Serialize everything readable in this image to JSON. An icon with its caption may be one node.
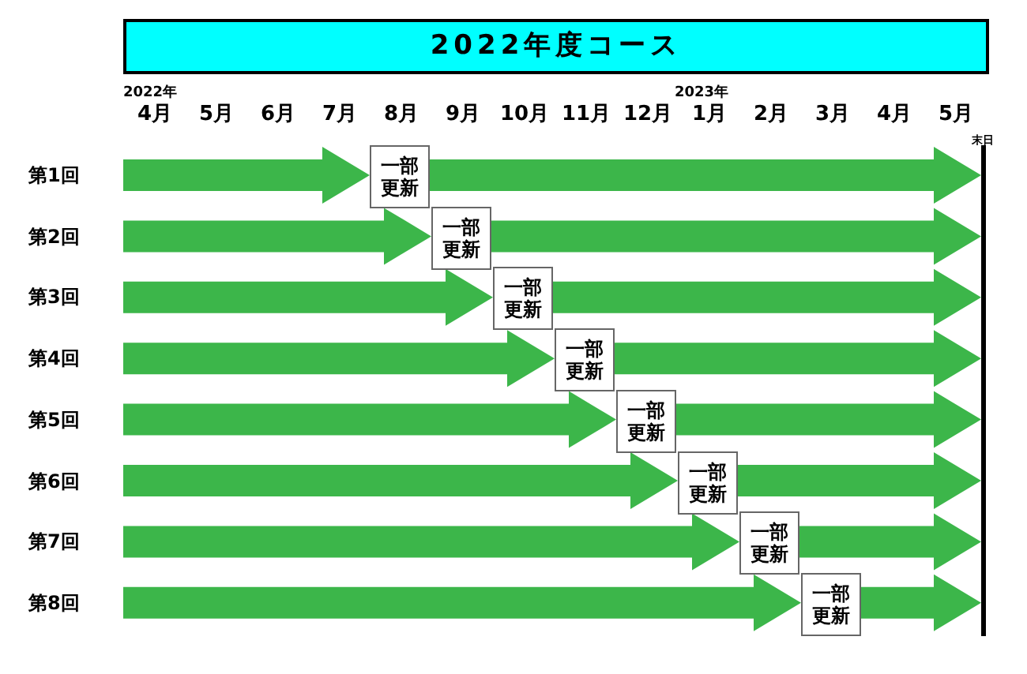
{
  "diagram": {
    "title": "2022年度コース",
    "nodes": [
      {
        "text": [
          "一部更新"
        ]
      },
      {
        "text": [
          "一部更新"
        ]
      },
      {
        "text": [
          "一部更新"
        ]
      },
      {
        "text": [
          "一部更新"
        ]
      },
      {
        "text": [
          "一部更新"
        ]
      },
      {
        "text": [
          "一部更新"
        ]
      },
      {
        "text": [
          "一部更新"
        ]
      },
      {
        "text": [
          "一部更新"
        ]
      },
      {
        "text": [],
        "shape": "bar",
        "beside": [
          "末日"
        ]
      }
    ],
    "edges": [
      {
        "from": null,
        "to": 0,
        "arrow": "to"
      },
      {
        "from": 0,
        "to": 8,
        "arrow": "to"
      },
      {
        "from": null,
        "to": 1,
        "arrow": "to"
      },
      {
        "from": 1,
        "to": 8,
        "arrow": "to"
      },
      {
        "from": null,
        "to": 2,
        "arrow": "to"
      },
      {
        "from": 2,
        "to": 8,
        "arrow": "to"
      },
      {
        "from": null,
        "to": 3,
        "arrow": "to"
      },
      {
        "from": 3,
        "to": 8,
        "arrow": "to"
      },
      {
        "from": null,
        "to": 4,
        "arrow": "to"
      },
      {
        "from": 4,
        "to": 8,
        "arrow": "to"
      },
      {
        "from": null,
        "to": 5,
        "arrow": "to"
      },
      {
        "from": 5,
        "to": 8,
        "arrow": "to"
      },
      {
        "from": null,
        "to": 6,
        "arrow": "to"
      },
      {
        "from": 6,
        "to": 8,
        "arrow": "to"
      },
      {
        "from": null,
        "to": 7,
        "arrow": "to"
      },
      {
        "from": 7,
        "to": 8,
        "arrow": "to"
      }
    ],
    "labels": [
      "2022年",
      "2023年",
      "4月",
      "5月",
      "6月",
      "7月",
      "8月",
      "9月",
      "10月",
      "11月",
      "12月",
      "1月",
      "2月",
      "3月",
      "4月",
      "5月",
      "第1回",
      "第2回",
      "第3回",
      "第4回",
      "第5回",
      "第6回",
      "第7回",
      "第8回"
    ]
  }
}
